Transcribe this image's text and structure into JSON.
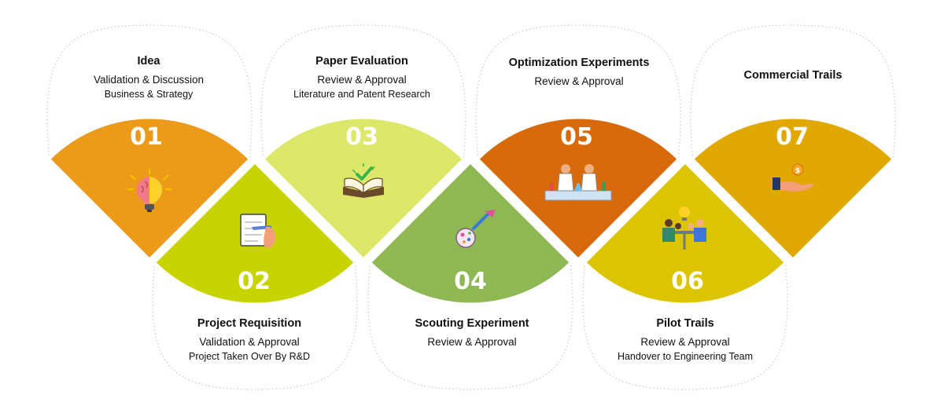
{
  "stages": [
    {
      "number": "01",
      "title": "Idea",
      "lines": [
        "Validation & Discussion",
        "Business & Strategy"
      ],
      "color": "#ec9a1a",
      "icon": "lightbulb-brain-icon"
    },
    {
      "number": "02",
      "title": "Project Requisition",
      "lines": [
        "Validation & Approval",
        "Project Taken Over By R&D"
      ],
      "color": "#c8d400",
      "icon": "notepad-pen-icon"
    },
    {
      "number": "03",
      "title": "Paper Evaluation",
      "lines": [
        "Review & Approval",
        "Literature and Patent Research"
      ],
      "color": "#dde76a",
      "icon": "open-book-check-icon"
    },
    {
      "number": "04",
      "title": "Scouting Experiment",
      "lines": [
        "Review & Approval"
      ],
      "color": "#8db854",
      "icon": "microscope-icon"
    },
    {
      "number": "05",
      "title": "Optimization Experiments",
      "lines": [
        "Review & Approval"
      ],
      "color": "#d96a0b",
      "icon": "scientists-lab-icon"
    },
    {
      "number": "06",
      "title": "Pilot Trails",
      "lines": [
        "Review & Approval",
        "Handover to Engineering Team"
      ],
      "color": "#dcc400",
      "icon": "team-meeting-icon"
    },
    {
      "number": "07",
      "title": "Commercial Trails",
      "lines": [],
      "color": "#e0a800",
      "icon": "hand-coin-icon"
    }
  ]
}
